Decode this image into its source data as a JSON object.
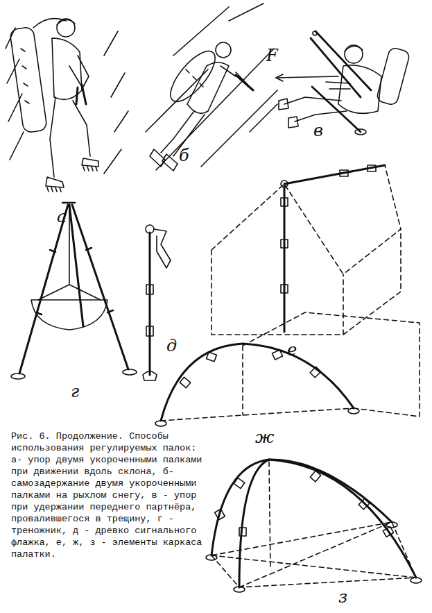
{
  "diagram": {
    "caption": "Рис. 6. Продолжение. Способы использования регулируемых палок: а- упор двумя укороченными палками при движении вдоль склона, б- самозадержание двумя укороченными палками на рыхлом снегу, в - упор при удержании переднего партнёра, провалившегося в трещину, г - треножник, д - древко сигнального флажка, е, ж, з - элементы каркаса палатки.",
    "labels": [
      "а",
      "б",
      "в",
      "F",
      "г",
      "д",
      "е",
      "ж",
      "з"
    ]
  }
}
